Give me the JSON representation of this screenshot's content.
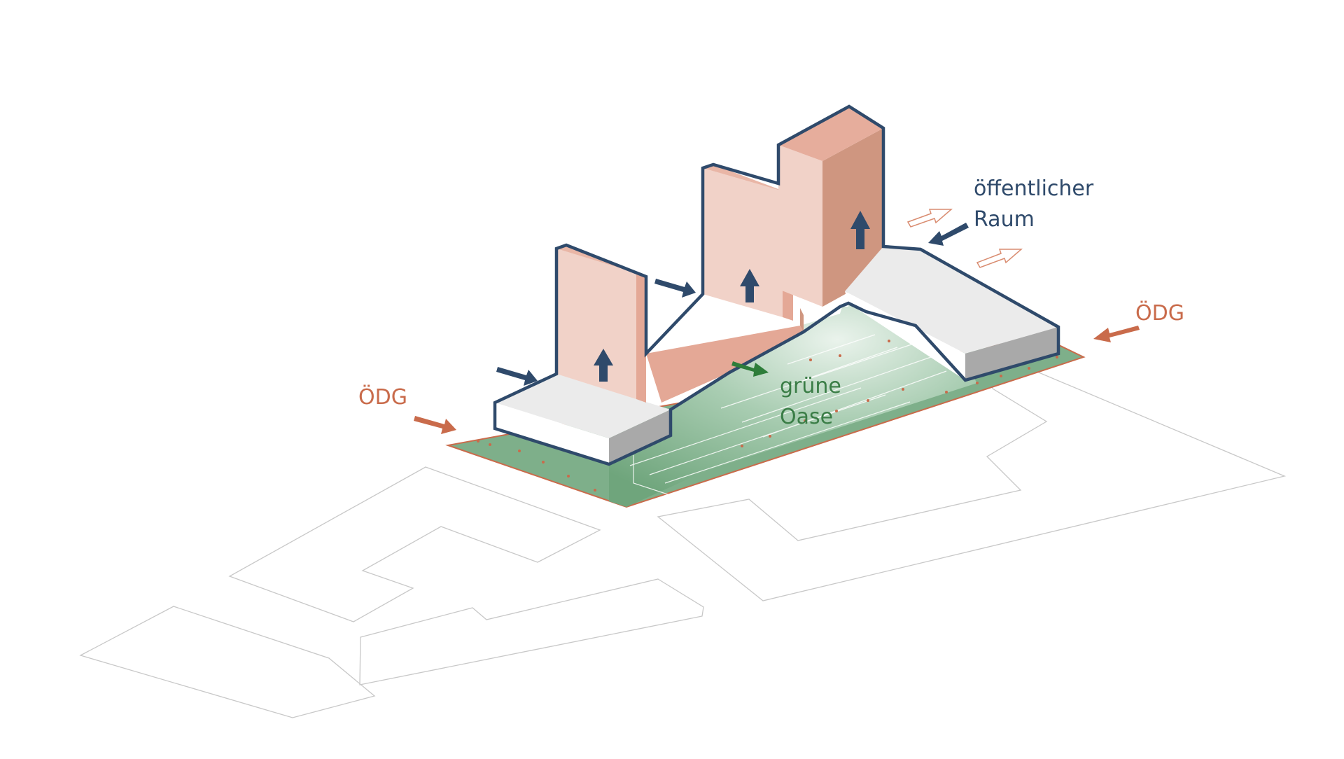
{
  "labels": {
    "odg_left": "ÖDG",
    "odg_right": "ÖDG",
    "gruene_oase": [
      "grüne",
      "Oase"
    ],
    "oeffentlicher_raum": [
      "öffentlicher",
      "Raum"
    ]
  },
  "colors": {
    "background": "#ffffff",
    "context_outline": "#c8c8c8",
    "green_area": "#7eaf8a",
    "green_area_light": "#dcebe0",
    "building_outline": "#2f4a6b",
    "tower_light": "#f1d2c8",
    "tower_mid": "#e6ad9c",
    "tower_dark": "#cf9680",
    "plinth_top": "#ebebeb",
    "plinth_side": "#a9a9a9",
    "accent_orange": "#c96b4b",
    "accent_green": "#2e7d3a",
    "label_blue": "#2f4a6b",
    "label_green": "#3a7d46"
  },
  "icons": {
    "up_arrow": "arrow-up-icon",
    "in_arrow": "arrow-in-icon",
    "out_arrow": "arrow-out-icon"
  }
}
